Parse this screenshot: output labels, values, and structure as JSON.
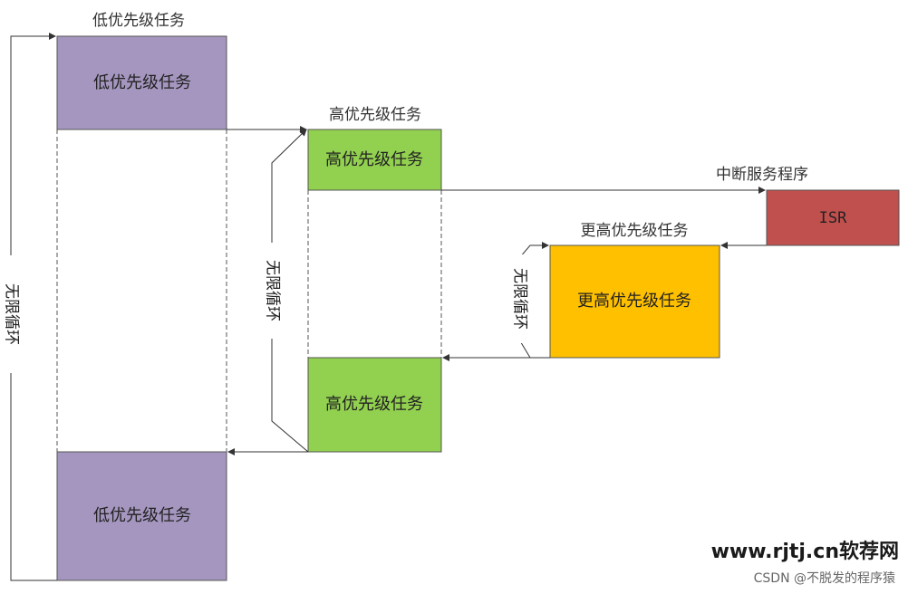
{
  "low_task": {
    "top_label": "低优先级任务",
    "box_top_text": "低优先级任务",
    "box_bottom_text": "低优先级任务",
    "color": "#a596bf"
  },
  "high_task": {
    "top_label": "高优先级任务",
    "box_top_text": "高优先级任务",
    "box_bottom_text": "高优先级任务",
    "color": "#92d050"
  },
  "isr": {
    "top_label": "中断服务程序",
    "box_text": "ISR",
    "color": "#c0504d"
  },
  "higher_task": {
    "top_label": "更高优先级任务",
    "box_text": "更高优先级任务",
    "color": "#ffc000"
  },
  "loops": {
    "outer": "无限循环",
    "middle": "无限循环",
    "inner": "无限循环"
  },
  "watermark": {
    "site": "www.rjtj.cn软荐网",
    "credit": "CSDN @不脱发的程序猿"
  }
}
